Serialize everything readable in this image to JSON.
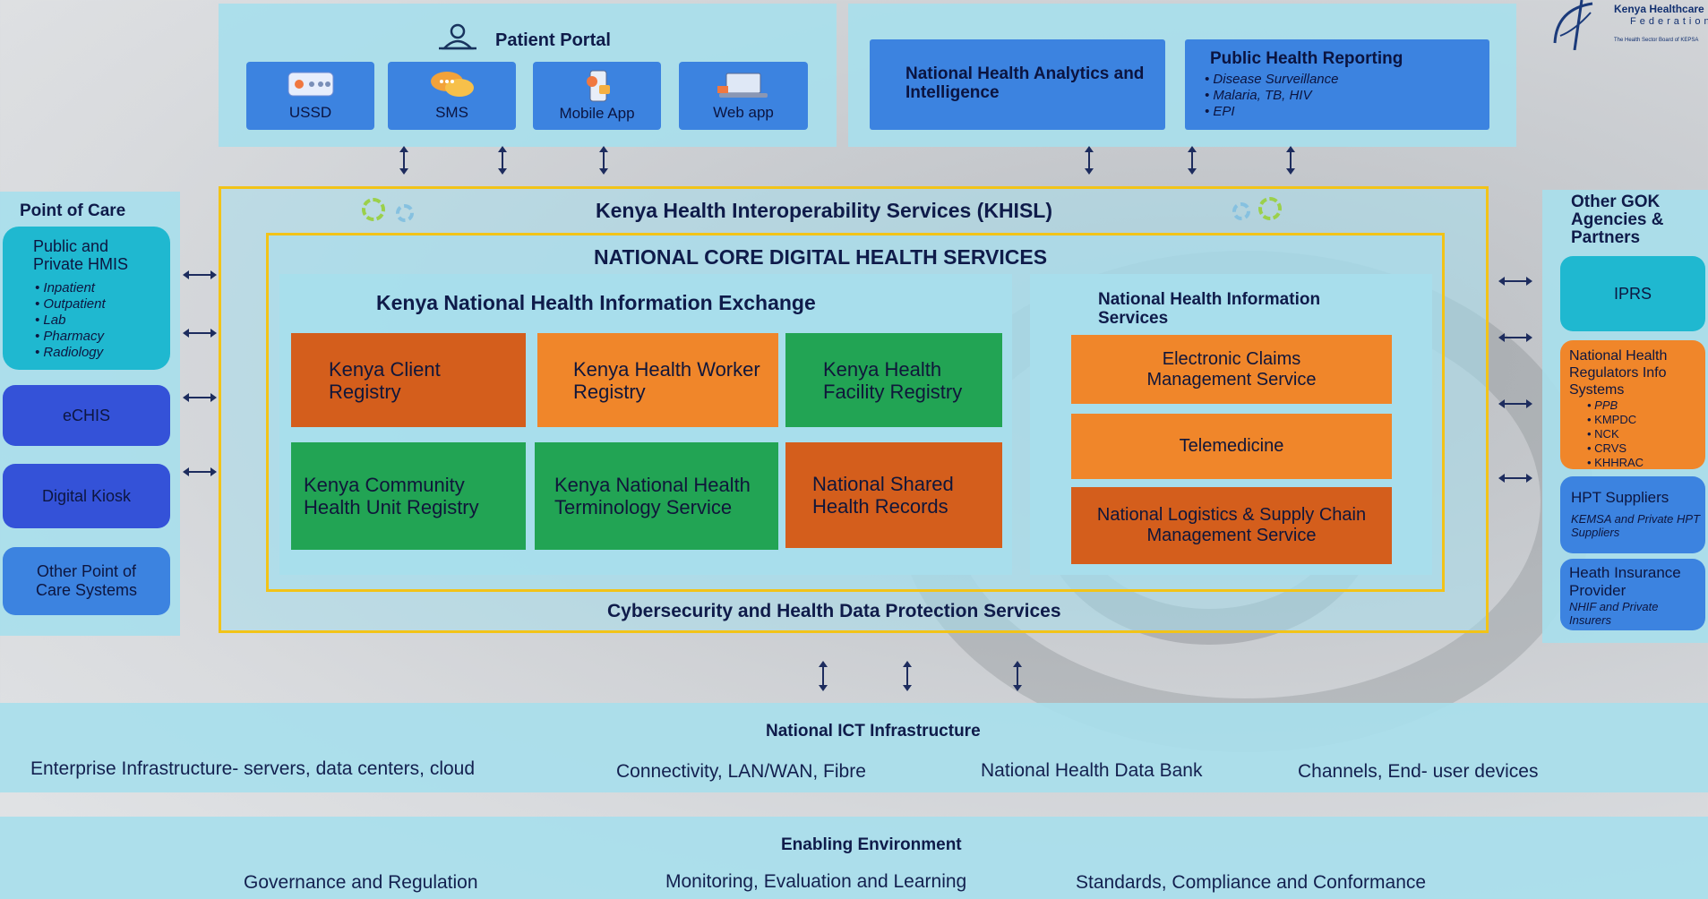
{
  "logo": {
    "name": "Kenya Healthcare",
    "name2": "Federation",
    "tagline": "The Health Sector Board of KEPSA"
  },
  "patient_portal": {
    "title": "Patient Portal",
    "channels": [
      {
        "label": "USSD",
        "icon": "ussd-icon"
      },
      {
        "label": "SMS",
        "icon": "chat-bubbles-icon"
      },
      {
        "label": "Mobile App",
        "icon": "mobile-phone-icon"
      },
      {
        "label": "Web app",
        "icon": "laptop-icon"
      }
    ]
  },
  "analytics": {
    "title": "National Health Analytics and  Intelligence"
  },
  "public_health": {
    "title": "Public Health Reporting",
    "items": [
      "Disease Surveillance",
      "Malaria, TB, HIV",
      "EPI"
    ]
  },
  "khisl": {
    "title": "Kenya Health Interoperability Services (KHISL)"
  },
  "core": {
    "title": "NATIONAL CORE DIGITAL HEALTH SERVICES"
  },
  "hie": {
    "title": "Kenya National Health Information Exchange",
    "registries": [
      {
        "label": "Kenya Client Registry"
      },
      {
        "label": "Kenya Health Worker Registry"
      },
      {
        "label": "Kenya Health Facility Registry"
      },
      {
        "label": "Kenya Community Health Unit Registry"
      },
      {
        "label": "Kenya National Health Terminology Service"
      },
      {
        "label": "National Shared Health Records"
      }
    ]
  },
  "nhis": {
    "title": "National Health Information Services",
    "services": [
      {
        "label": "Electronic Claims Management Service"
      },
      {
        "label": "Telemedicine"
      },
      {
        "label": "National Logistics & Supply Chain Management Service"
      }
    ]
  },
  "cybersecurity": {
    "title": "Cybersecurity and Health Data Protection Services"
  },
  "point_of_care": {
    "title": "Point of Care",
    "hmis": {
      "title": "Public and Private HMIS",
      "items": [
        "Inpatient",
        "Outpatient",
        "Lab",
        "Pharmacy",
        "Radiology"
      ]
    },
    "echis": "eCHIS",
    "kiosk": "Digital Kiosk",
    "other": "Other Point of Care Systems"
  },
  "partners": {
    "title": "Other GOK Agencies & Partners",
    "iprs": "IPRS",
    "regulators": {
      "title": "National Health Regulators Info Systems",
      "items": [
        "PPB",
        "KMPDC",
        "NCK",
        "CRVS",
        "KHHRAC"
      ]
    },
    "hpt": {
      "title": "HPT Suppliers",
      "subtitle": "KEMSA and Private HPT Suppliers"
    },
    "insurance": {
      "title": "Heath Insurance Provider",
      "subtitle": "NHIF and Private Insurers"
    }
  },
  "ict": {
    "title": "National ICT Infrastructure",
    "items": [
      "Enterprise Infrastructure- servers, data centers, cloud",
      "Connectivity, LAN/WAN, Fibre",
      "National Health Data Bank",
      "Channels, End- user devices"
    ]
  },
  "enabling": {
    "title": "Enabling Environment",
    "items": [
      "Governance and Regulation",
      "Monitoring, Evaluation and Learning",
      "Standards, Compliance and Conformance"
    ]
  },
  "colors": {
    "panel": "#a8deec",
    "blue_box": "#3c83e0",
    "orange_dark": "#d45e1c",
    "orange": "#f0862a",
    "green": "#22a454",
    "teal": "#1fb8d0",
    "navy_box": "#3452d8",
    "yellow_border": "#f2c318"
  }
}
